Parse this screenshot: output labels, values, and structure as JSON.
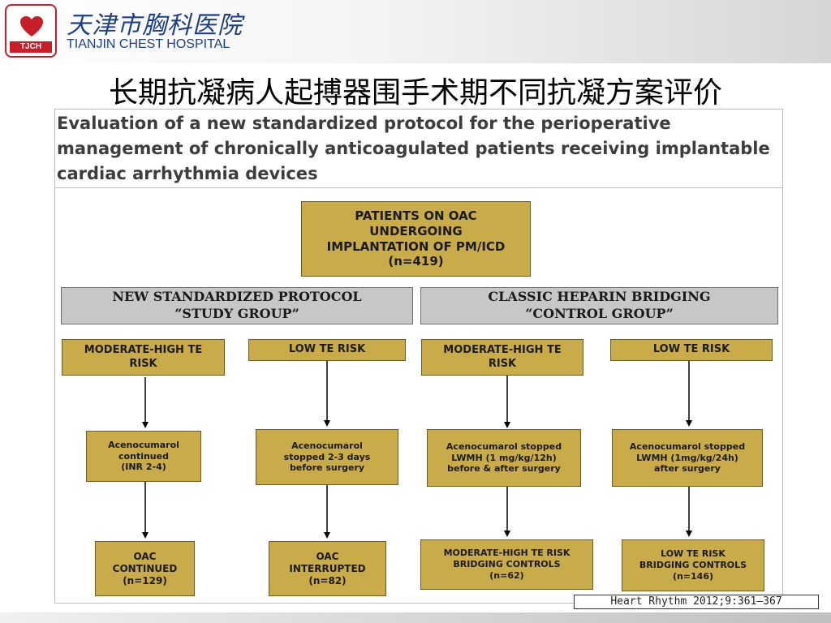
{
  "header": {
    "logo_badge": "TJCH",
    "hospital_name_cn": "天津市胸科医院",
    "hospital_name_en": "TIANJIN CHEST HOSPITAL",
    "accent_color": "#c61f2a",
    "brand_color": "#1e3f87"
  },
  "slide_title": "长期抗凝病人起搏器围手术期不同抗凝方案评价",
  "paper": {
    "title": "Evaluation of a new standardized protocol for the perioperative management of chronically anticoagulated patients receiving implantable cardiac arrhythmia devices"
  },
  "flowchart": {
    "box_color": "#c9ab4a",
    "group_color": "#c7c7c7",
    "root": "PATIENTS ON OAC\nUNDERGOING\nIMPLANTATION OF PM/ICD\n(n=419)",
    "study_group": "NEW STANDARDIZED PROTOCOL\n“STUDY GROUP”",
    "control_group": "CLASSIC HEPARIN BRIDGING\n“CONTROL GROUP”",
    "study_high_risk": "MODERATE-HIGH TE\nRISK",
    "study_low_risk": "LOW TE RISK",
    "control_high_risk": "MODERATE-HIGH TE\nRISK",
    "control_low_risk": "LOW TE RISK",
    "study_high_action": "Acenocumarol\ncontinued\n(INR 2-4)",
    "study_low_action": "Acenocumarol\nstopped 2-3 days\nbefore surgery",
    "control_high_action": "Acenocumarol stopped\nLWMH (1 mg/kg/12h)\nbefore & after surgery",
    "control_low_action": "Acenocumarol stopped\nLWMH (1mg/kg/24h)\nafter surgery",
    "study_high_outcome": "OAC\nCONTINUED\n(n=129)",
    "study_low_outcome": "OAC\nINTERRUPTED\n(n=82)",
    "control_high_outcome": "MODERATE-HIGH TE RISK\nBRIDGING CONTROLS\n(n=62)",
    "control_low_outcome": "LOW TE RISK\nBRIDGING CONTROLS\n(n=146)"
  },
  "citation": "Heart Rhythm 2012;9:361–367"
}
